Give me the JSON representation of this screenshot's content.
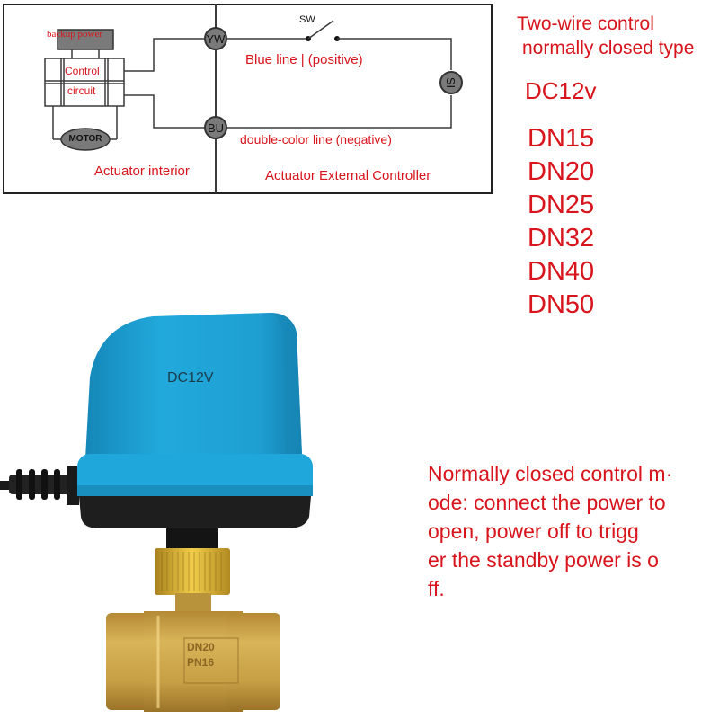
{
  "diagram": {
    "backup_power": "backup power",
    "control_circuit_line1": "Control",
    "control_circuit_line2": "circuit",
    "motor": "MOTOR",
    "node_yw": "YW",
    "node_bu": "BU",
    "node_si": "SI",
    "switch": "SW",
    "blue_line": "Blue line | (positive)",
    "double_color_line": "double-color line (negative)",
    "actuator_interior": "Actuator interior",
    "actuator_external": "Actuator External Controller"
  },
  "spec": {
    "title_line1": "Two-wire control",
    "title_line2": "normally closed type",
    "voltage": "DC12v",
    "sizes": [
      "DN15",
      "DN20",
      "DN25",
      "DN32",
      "DN40",
      "DN50"
    ]
  },
  "note": {
    "lines": [
      "Normally closed control m·",
      "ode: connect the power to",
      " open, power off to trigg",
      "er the standby power is o",
      "ff."
    ]
  },
  "product": {
    "cap_voltage": "DC12V",
    "body_marking_1": "DN20",
    "body_marking_2": "PN16",
    "colors": {
      "cap_blue": "#1fa3d6",
      "base_black": "#1e1e1e",
      "brass": "#c9a445"
    }
  },
  "colors": {
    "accent_red": "#d8141c",
    "line_gray": "#3a3a3a"
  }
}
